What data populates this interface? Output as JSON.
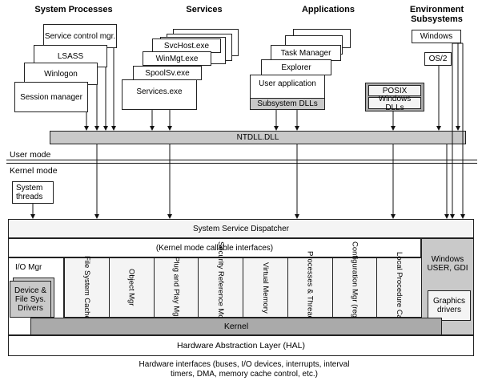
{
  "headers": {
    "system_processes": "System Processes",
    "services": "Services",
    "applications": "Applications",
    "environment_subsystems": "Environment Subsystems"
  },
  "system_processes": [
    "Service control mgr.",
    "LSASS",
    "Winlogon",
    "Session manager"
  ],
  "services": [
    "SvcHost.exe",
    "WinMgt.exe",
    "SpoolSv.exe",
    "Services.exe"
  ],
  "applications": {
    "task_manager": "Task Manager",
    "explorer": "Explorer",
    "user_application": "User application",
    "subsystem_dlls": "Subsystem DLLs"
  },
  "environment": {
    "windows": "Windows",
    "os2": "OS/2",
    "posix": "POSIX",
    "windows_dlls": "Windows DLLs"
  },
  "ntdll": "NTDLL.DLL",
  "user_mode": "User mode",
  "kernel_mode": "Kernel mode",
  "system_threads": "System threads",
  "dispatcher": "System Service Dispatcher",
  "callable_interfaces": "(Kernel mode callable interfaces)",
  "io_mgr": "I/O Mgr",
  "device_drivers": "Device & File Sys. Drivers",
  "executive_components": [
    "File System Cache",
    "Object Mgr",
    "Plug and Play Mgr",
    "Security Reference Monitor",
    "Virtual Memory",
    "Processes & Threads",
    "Configuration Mgr (registry)",
    "Local Procedure Call"
  ],
  "windows_user_gdi": "Windows USER, GDI",
  "graphics_drivers": "Graphics drivers",
  "kernel": "Kernel",
  "hal": "Hardware Abstraction Layer (HAL)",
  "hardware_interfaces": "Hardware interfaces (buses, I/O devices, interrupts, interval timers, DMA, memory cache control, etc.)"
}
